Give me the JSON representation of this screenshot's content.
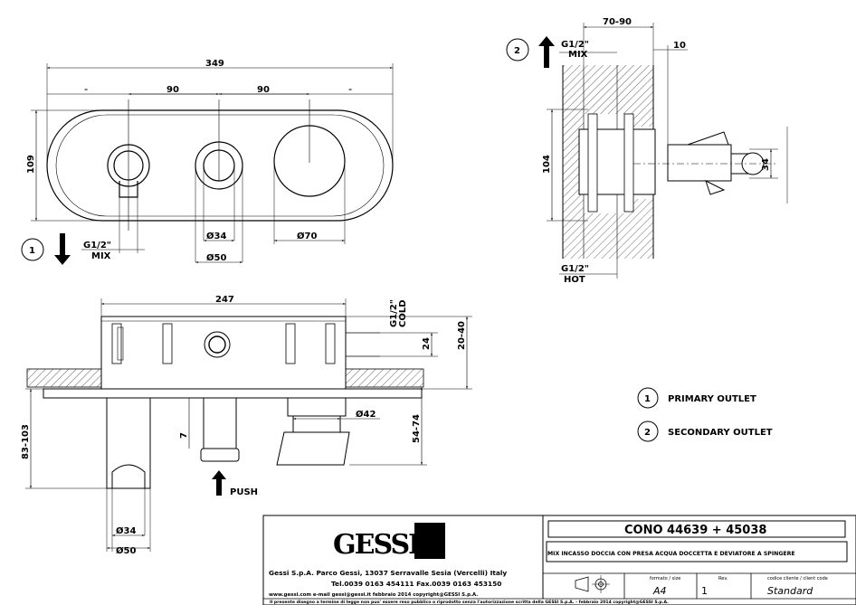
{
  "front_view": {
    "dim_total": "349",
    "dim_spacing_1": "90",
    "dim_spacing_2": "90",
    "dim_height": "109",
    "dim_d34": "Ø34",
    "dim_d50": "Ø50",
    "dim_d70": "Ø70",
    "callout_number": "1",
    "connection_size": "G1/2\"",
    "connection_label": "MIX"
  },
  "side_view": {
    "callout_number": "2",
    "top_connection_size": "G1/2\"",
    "top_connection_label": "MIX",
    "dim_depth": "70-90",
    "dim_offset": "10",
    "dim_height": "104",
    "dim_handle": "34",
    "bottom_connection_size": "G1/2\"",
    "bottom_connection_label": "HOT"
  },
  "bottom_view": {
    "dim_width": "247",
    "cold_size": "G1/2\"",
    "cold_label": "COLD",
    "dim_24": "24",
    "dim_20_40": "20-40",
    "dim_d42": "Ø42",
    "dim_7": "7",
    "dim_54_74": "54-74",
    "dim_83_103": "83-103",
    "push_label": "PUSH",
    "dim_d34": "Ø34",
    "dim_d50": "Ø50"
  },
  "legend": [
    {
      "number": "1",
      "label": "PRIMARY OUTLET"
    },
    {
      "number": "2",
      "label": "SECONDARY OUTLET"
    }
  ],
  "title_block": {
    "brand": "GESSI",
    "product": "CONO 44639 + 45038",
    "description": "MIX INCASSO DOCCIA CON PRESA ACQUA DOCCETTA E DEVIATORE A SPINGERE",
    "address": "Gessi S.p.A. Parco Gessi, 13037 Serravalle Sesia (Vercelli) Italy",
    "phone": "Tel.0039 0163 454111 Fax.0039 0163 453150",
    "web": "www.gessi.com e-mail gessi@gessi.it febbraio 2014 copyright@GESSI S.p.A.",
    "format_label": "formato / size",
    "format_value": "A4",
    "rev_label": "Rev.",
    "rev_value": "1",
    "client_code_label": "codice cliente / client code",
    "client_code_value": "Standard",
    "legal": "Il presente disegno a termine di legge non puo' essere reso pubblico o riprodotto senza l'autorizzazione scritta della GESSI S.p.A. - febbraio 2014 copyright@GESSI S.p.A."
  }
}
